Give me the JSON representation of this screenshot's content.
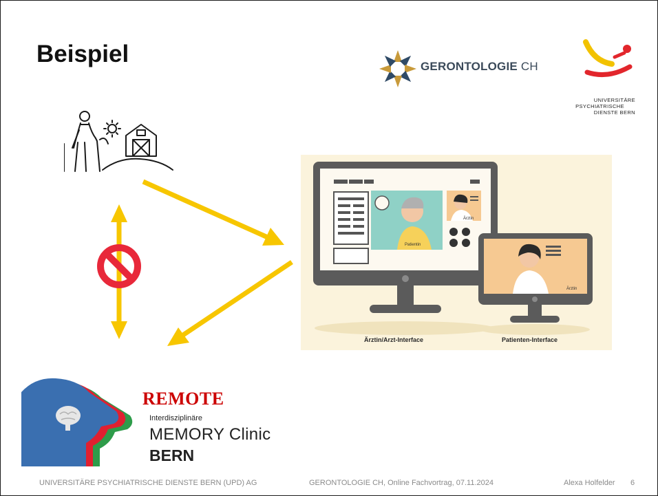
{
  "slide": {
    "title": "Beispiel",
    "page_number": "6"
  },
  "logos": {
    "gerontologie_bold": "GERONTOLOGIE",
    "gerontologie_light": "CH",
    "upd_line1": "UNIVERSITÄRE",
    "upd_line2": "PSYCHIATRISCHE",
    "upd_line3": "DIENSTE BERN"
  },
  "telemedicine": {
    "doctor_interface": "Ärztin/Arzt-Interface",
    "patient_interface": "Patienten-Interface",
    "label_patientin": "Patientin",
    "label_aerztin_1": "Ärztin",
    "label_aerztin_2": "Ärztin"
  },
  "memory_clinic": {
    "remote": "REMOTE",
    "interdisziplinaere": "Interdisziplinäre",
    "memory": "MEMORY Clinic",
    "bern": "BERN"
  },
  "footer": {
    "left": "UNIVERSITÄRE PSYCHIATRISCHE DIENSTE BERN (UPD) AG",
    "center": "GERONTOLOGIE CH, Online Fachvortrag, 07.11.2024",
    "author": "Alexa Holfelder"
  },
  "colors": {
    "arrow": "#f7c600",
    "prohibit": "#e8283a",
    "remote_red": "#cc0000",
    "screen_teal": "#8fd1c6",
    "monitor_gray": "#5b5b5b"
  }
}
